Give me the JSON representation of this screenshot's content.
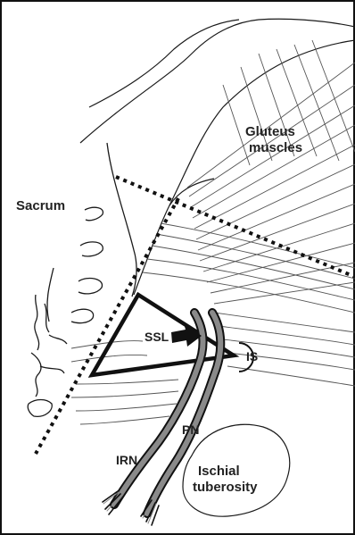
{
  "labels": {
    "gluteus_line1": "Gluteus",
    "gluteus_line2": "muscles",
    "sacrum": "Sacrum",
    "ssl": "SSL",
    "is": "IS",
    "pn": "PN",
    "irn": "IRN",
    "ischial_line1": "Ischial",
    "ischial_line2": "tuberosity"
  },
  "colors": {
    "outline": "#1a1a1a",
    "nerve": "#8a8a8a",
    "muscle_fiber": "#555555"
  },
  "icons": [
    "pointer-arrow-icon"
  ]
}
